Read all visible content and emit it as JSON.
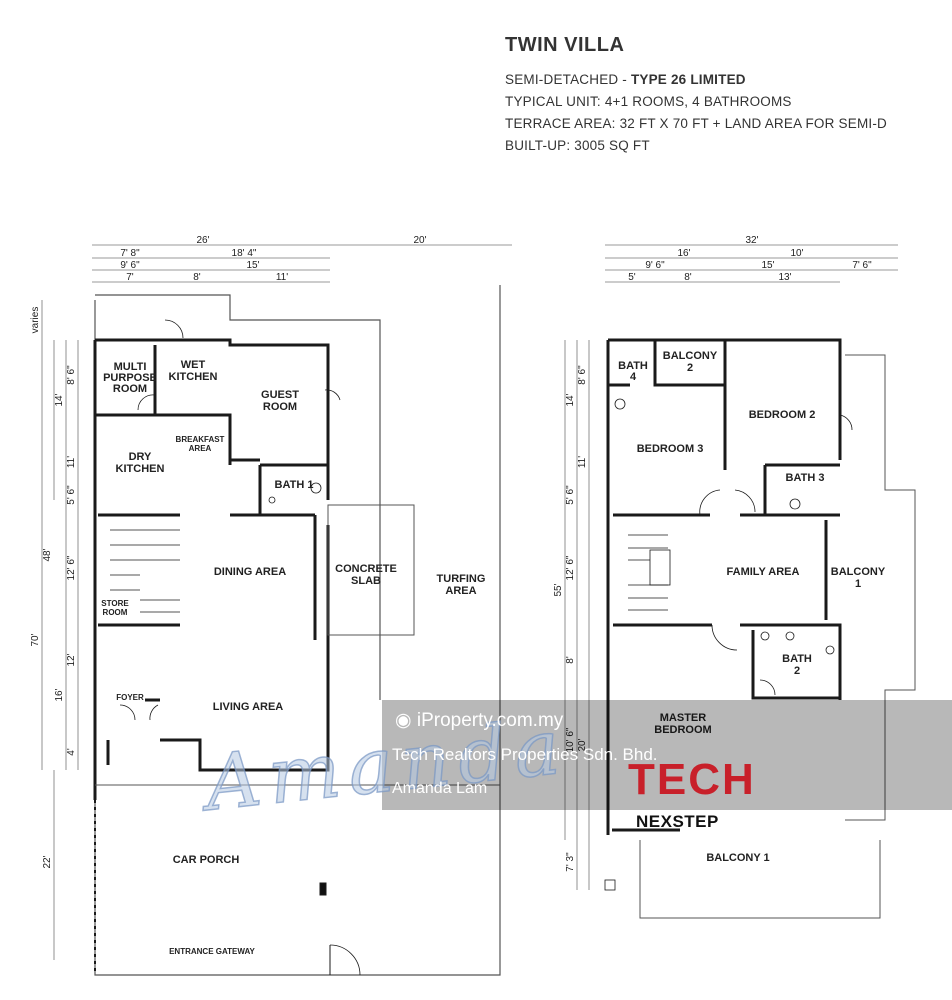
{
  "header": {
    "title": "TWIN VILLA",
    "line1_prefix": "SEMI-DETACHED - ",
    "line1_bold": "TYPE 26 LIMITED",
    "line2": "TYPICAL UNIT: 4+1 ROOMS, 4 BATHROOMS",
    "line3": "TERRACE AREA: 32 FT X 70 FT + LAND AREA FOR SEMI-D",
    "line4": "BUILT-UP: 3005 SQ FT"
  },
  "ground_floor": {
    "rooms": {
      "multi_purpose_1": "MULTI",
      "multi_purpose_2": "PURPOSE",
      "multi_purpose_3": "ROOM",
      "wet_kitchen_1": "WET",
      "wet_kitchen_2": "KITCHEN",
      "guest_room_1": "GUEST",
      "guest_room_2": "ROOM",
      "breakfast_1": "BREAKFAST",
      "breakfast_2": "AREA",
      "dry_kitchen_1": "DRY",
      "dry_kitchen_2": "KITCHEN",
      "bath1": "BATH 1",
      "dining": "DINING AREA",
      "concrete_1": "CONCRETE",
      "concrete_2": "SLAB",
      "turfing_1": "TURFING",
      "turfing_2": "AREA",
      "store_1": "STORE",
      "store_2": "ROOM",
      "foyer": "FOYER",
      "living": "LIVING AREA",
      "car_porch": "CAR PORCH",
      "gateway": "ENTRANCE GATEWAY"
    },
    "dims_top": [
      "26'",
      "20'",
      "7' 8\"",
      "18' 4\"",
      "9' 6\"",
      "15'",
      "7'",
      "8'",
      "11'"
    ],
    "dims_left": [
      "varies",
      "14'",
      "8' 6\"",
      "11'",
      "5' 6\"",
      "48'",
      "12' 6\"",
      "70'",
      "12'",
      "16'",
      "4'",
      "22'"
    ]
  },
  "first_floor": {
    "rooms": {
      "bath4_1": "BATH",
      "bath4_2": "4",
      "balcony2_1": "BALCONY",
      "balcony2_2": "2",
      "bedroom2": "BEDROOM 2",
      "bedroom3": "BEDROOM 3",
      "bath3": "BATH 3",
      "family": "FAMILY AREA",
      "balcony_side_1": "BALCONY",
      "balcony_side_2": "1",
      "bath2_1": "BATH",
      "bath2_2": "2",
      "master_1": "MASTER",
      "master_2": "BEDROOM",
      "balcony1": "BALCONY 1"
    },
    "dims_top": [
      "32'",
      "16'",
      "10'",
      "9' 6\"",
      "15'",
      "7' 6\"",
      "5'",
      "8'",
      "13'"
    ],
    "dims_left": [
      "8' 6\"",
      "14'",
      "11'",
      "5' 6\"",
      "12' 6\"",
      "55'",
      "8'",
      "10' 6\"",
      "20'",
      "7' 3\""
    ]
  },
  "watermark": {
    "site": "iProperty.com.my",
    "company": "Tech Realtors Properties Sdn. Bhd.",
    "agent": "Amanda Lam",
    "script": "Amanda",
    "logo_tech": "TECH",
    "logo_nexstep": "NEXSTEP"
  },
  "colors": {
    "wall": "#1a1a1a",
    "brand_red": "#c8202a"
  }
}
